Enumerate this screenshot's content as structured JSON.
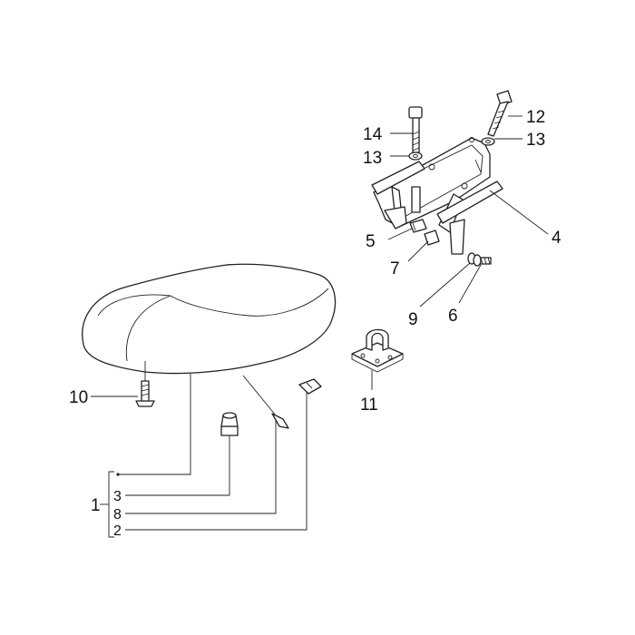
{
  "labels": {
    "l1": "1",
    "l2": "2",
    "l3": "3",
    "l4": "4",
    "l5": "5",
    "l6": "6",
    "l7": "7",
    "l8": "8",
    "l9": "9",
    "l10": "10",
    "l11": "11",
    "l12": "12",
    "l13a": "13",
    "l13b": "13",
    "l14": "14"
  }
}
